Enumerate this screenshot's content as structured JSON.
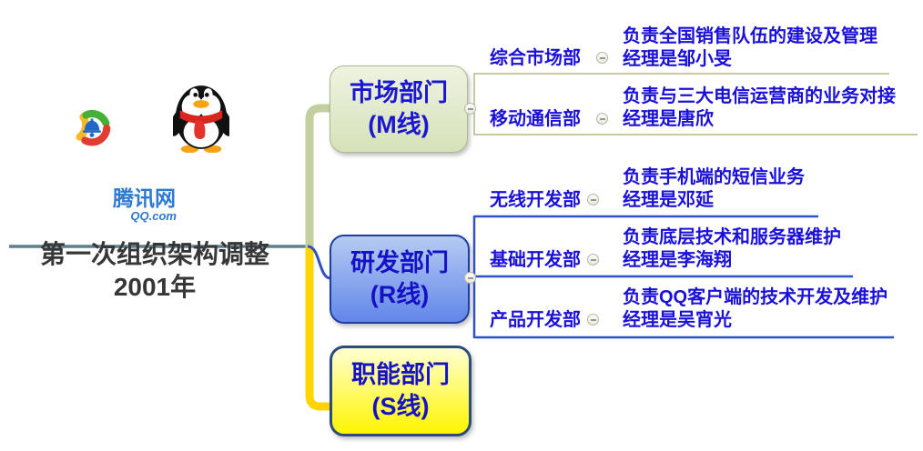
{
  "root": {
    "title_line1": "第一次组织架构调整",
    "title_line2": "2001年",
    "logo": {
      "brand": "腾讯网",
      "domain": "QQ.com"
    }
  },
  "branches": [
    {
      "label_line1": "市场部门",
      "label_line2": "(M线)",
      "children": [
        {
          "dept": "综合市场部",
          "desc_line1": "负责全国销售队伍的建设及管理",
          "desc_line2": "经理是邹小旻"
        },
        {
          "dept": "移动通信部",
          "desc_line1": "负责与三大电信运营商的业务对接",
          "desc_line2": "经理是唐欣"
        }
      ]
    },
    {
      "label_line1": "研发部门",
      "label_line2": "(R线)",
      "children": [
        {
          "dept": "无线开发部",
          "desc_line1": "负责手机端的短信业务",
          "desc_line2": "经理是邓延"
        },
        {
          "dept": "基础开发部",
          "desc_line1": "负责底层技术和服务器维护",
          "desc_line2": "经理是李海翔"
        },
        {
          "dept": "产品开发部",
          "desc_line1": "负责QQ客户端的技术开发及维护",
          "desc_line2": "经理是吴宵光"
        }
      ]
    },
    {
      "label_line1": "职能部门",
      "label_line2": "(S线)",
      "children": []
    }
  ],
  "colors": {
    "topic_text": "#1a10d8",
    "root_underline": "#5c818d",
    "market_branch_line": "#c3cf9e",
    "market_subtree_line": "#c9caa0",
    "rd_branch_line": "#2e52c5",
    "functional_branch_line": "#ffd400",
    "market_node_fill": "#d5e2b8",
    "rd_node_fill": "#6286ea",
    "functional_node_fill": "#fff500"
  }
}
